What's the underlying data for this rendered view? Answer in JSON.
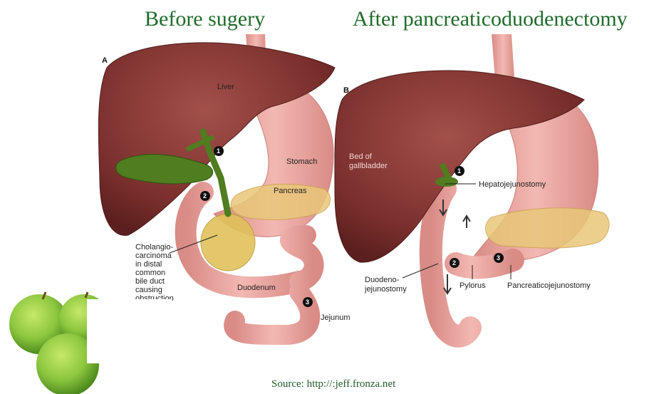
{
  "titles": {
    "before": "Before sugery",
    "after": "After pancreaticoduodenectomy"
  },
  "panel_a": {
    "letter": "A",
    "labels": {
      "liver": "Liver",
      "stomach": "Stomach",
      "pancreas": "Pancreas",
      "tumor_line1": "Cholangio-",
      "tumor_line2": "carcinoma",
      "tumor_line3": "in distal",
      "tumor_line4": "common",
      "tumor_line5": "bile duct",
      "tumor_line6": "causing",
      "tumor_line7": "obstruction",
      "duodenum": "Duodenum",
      "jejunum": "Jejunum"
    },
    "markers": [
      "1",
      "2",
      "3"
    ]
  },
  "panel_b": {
    "letter": "B",
    "labels": {
      "bed_line1": "Bed of",
      "bed_line2": "gallbladder",
      "hepatojejunostomy": "Hepatojejunostomy",
      "duodeno_line1": "Duodeno-",
      "duodeno_line2": "jejunostomy",
      "pylorus": "Pylorus",
      "pancreaticojejunostomy": "Pancreaticojejunostomy"
    },
    "markers": [
      "1",
      "2",
      "3"
    ]
  },
  "footer": {
    "source": "Source: http://:jeff.fronza.net"
  },
  "colors": {
    "title": "#1f6b2a",
    "liver": "#8a3a36",
    "stomach": "#e9a19c",
    "pancreas": "#e9c77a",
    "gallbladder": "#4f7d1f",
    "apple": "#8cc63f"
  }
}
